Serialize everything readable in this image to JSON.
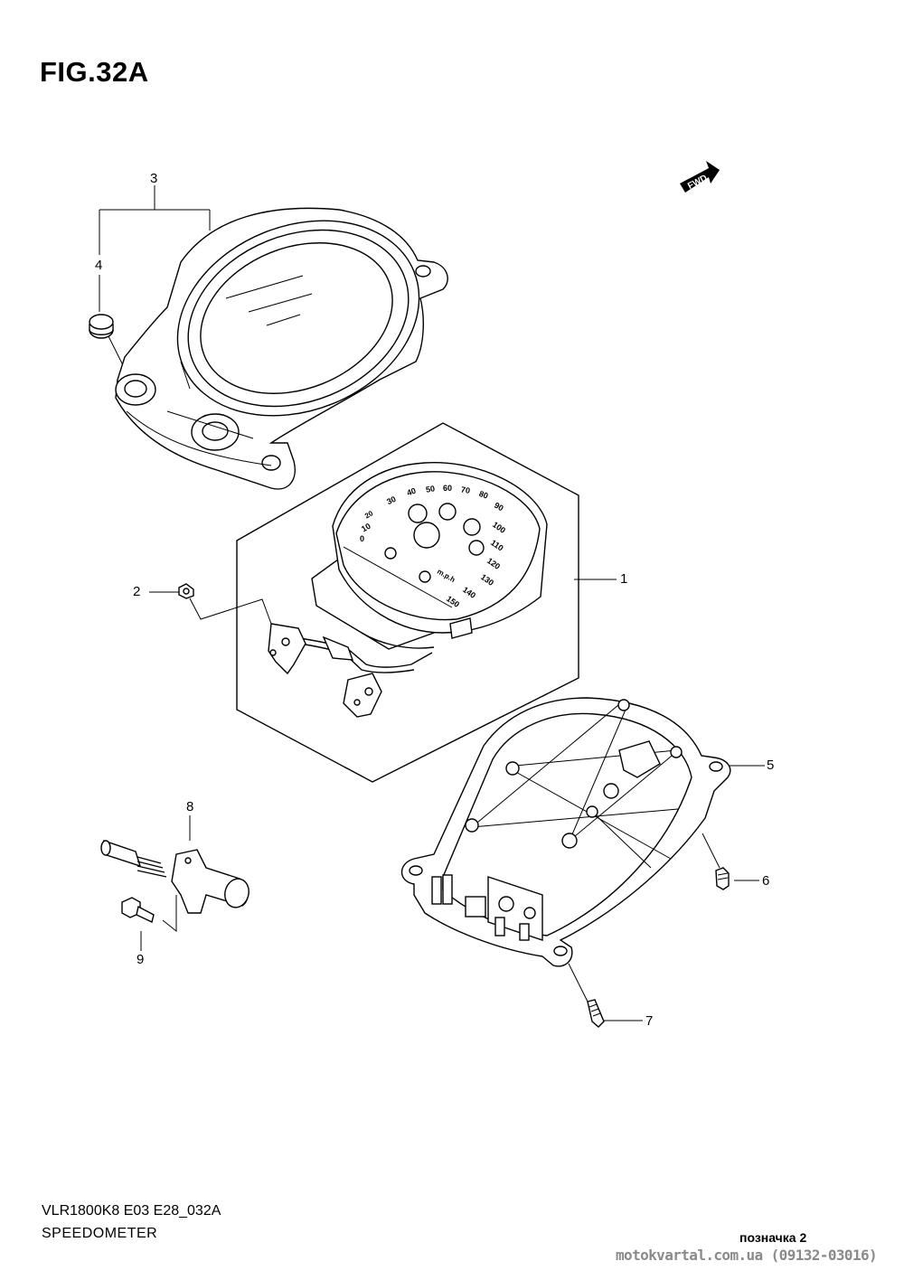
{
  "figure": {
    "title": "FIG.32A"
  },
  "callouts": [
    "1",
    "2",
    "3",
    "4",
    "5",
    "6",
    "7",
    "8",
    "9"
  ],
  "fwd_arrow": {
    "label": "FWD",
    "icon": "fwd-arrow-icon"
  },
  "gauge": {
    "scale_numbers": [
      "0",
      "10",
      "20",
      "30",
      "40",
      "50",
      "60",
      "70",
      "80",
      "90",
      "100",
      "110",
      "120",
      "130",
      "140",
      "150"
    ],
    "unit": "m.p.h"
  },
  "footer": {
    "model_code": "VLR1800K8 E03 E28_032A",
    "part_name": "SPEEDOMETER",
    "mark": "позначка 2",
    "watermark": "motokvartal.com.ua (09132-03016)"
  }
}
